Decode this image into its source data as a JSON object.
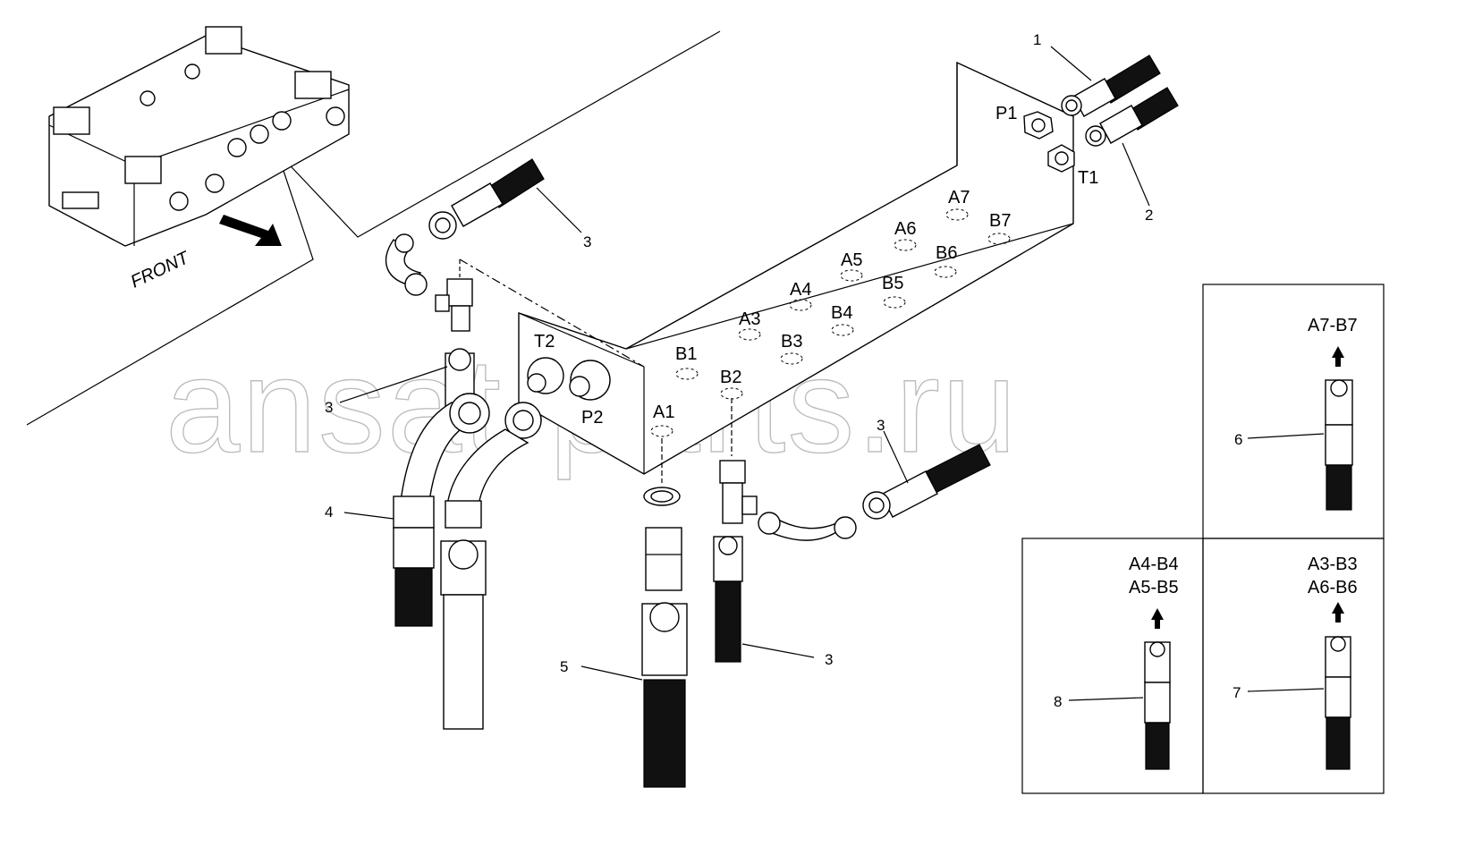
{
  "watermark": "ansat-parts.ru",
  "front_label": "FRONT",
  "ports": {
    "p1": "P1",
    "t1": "T1",
    "t2": "T2",
    "p2": "P2",
    "a1": "A1",
    "b1": "B1",
    "a2": "",
    "b2": "B2",
    "a3": "A3",
    "b3": "B3",
    "a4": "A4",
    "b4": "B4",
    "a5": "A5",
    "b5": "B5",
    "a6": "A6",
    "b6": "B6",
    "a7": "A7",
    "b7": "B7"
  },
  "callouts": {
    "c1": "1",
    "c2": "2",
    "c3a": "3",
    "c3b": "3",
    "c3c": "3",
    "c3d": "3",
    "c4": "4",
    "c5": "5",
    "c6": "6",
    "c7": "7",
    "c8": "8"
  },
  "insets": {
    "inset6": {
      "line1": "A7-B7",
      "callout": "6"
    },
    "inset8": {
      "line1": "A4-B4",
      "line2": "A5-B5",
      "callout": "8"
    },
    "inset7": {
      "line1": "A3-B3",
      "line2": "A6-B6",
      "callout": "7"
    }
  }
}
